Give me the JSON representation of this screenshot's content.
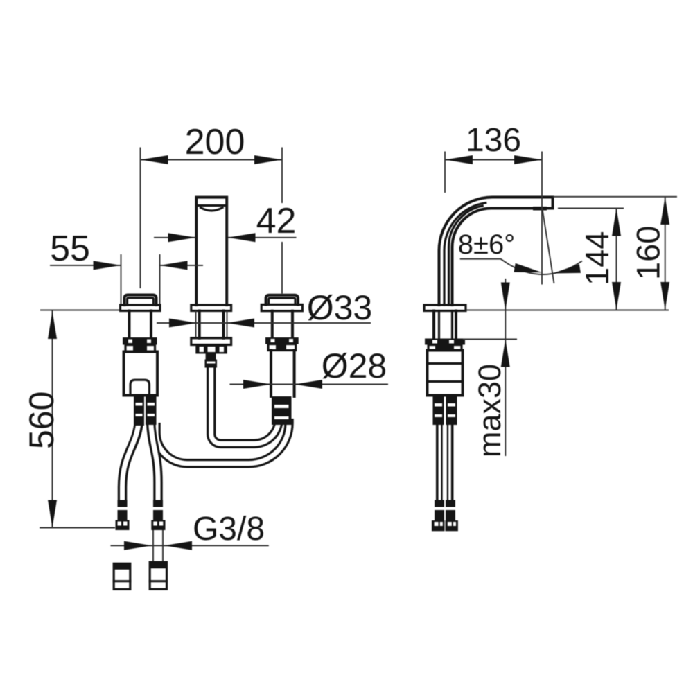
{
  "drawing": {
    "kind": "technical dimensional drawing",
    "subject": "three-hole basin mixer tap, front view and side view",
    "line_color": "#151515",
    "background_color": "#ffffff",
    "views": [
      {
        "id": "front",
        "name": "front view with supply hoses"
      },
      {
        "id": "side",
        "name": "side view with curved spout"
      }
    ],
    "dimensions": {
      "handle_spacing": "200",
      "spout_width": "42",
      "handle_rosette_diameter": "55",
      "shank_diameter_upper": "Ø33",
      "shank_diameter_lower": "Ø28",
      "hose_length": "560",
      "supply_thread": "G3/8",
      "spout_projection": "136",
      "stream_angle": "8±6°",
      "spout_outlet_height": "144",
      "spout_top_height": "160",
      "max_deck_thickness": "max30"
    }
  }
}
